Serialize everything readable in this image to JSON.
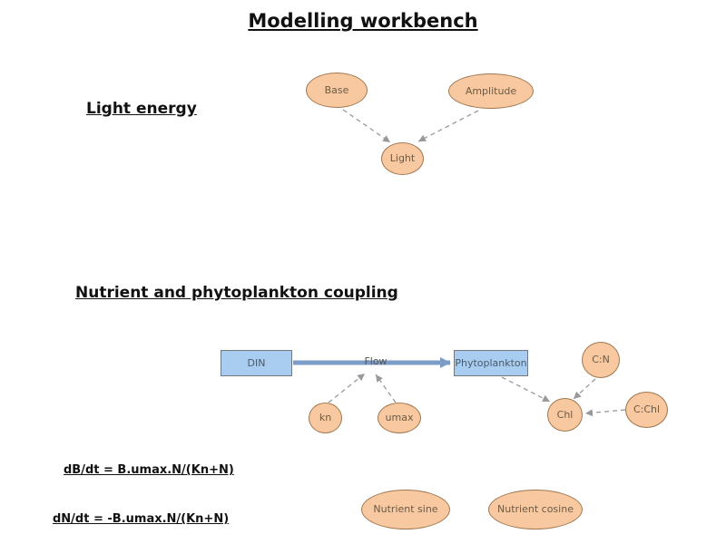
{
  "title": "Modelling workbench",
  "sections": {
    "light": {
      "heading": "Light energy"
    },
    "nutrient": {
      "heading": "Nutrient and phytoplankton coupling"
    }
  },
  "nodes": {
    "base": {
      "label": "Base",
      "shape": "ellipse"
    },
    "amplitude": {
      "label": "Amplitude",
      "shape": "ellipse"
    },
    "light": {
      "label": "Light",
      "shape": "ellipse"
    },
    "din": {
      "label": "DIN",
      "shape": "rect"
    },
    "phytoplankton": {
      "label": "Phytoplankton",
      "shape": "rect"
    },
    "kn": {
      "label": "kn",
      "shape": "ellipse"
    },
    "umax": {
      "label": "umax",
      "shape": "ellipse"
    },
    "cn": {
      "label": "C:N",
      "shape": "ellipse"
    },
    "cchl": {
      "label": "C:Chl",
      "shape": "ellipse"
    },
    "chl": {
      "label": "Chl",
      "shape": "ellipse"
    },
    "nutrient_sine": {
      "label": "Nutrient sine",
      "shape": "ellipse"
    },
    "nutrient_cosine": {
      "label": "Nutrient cosine",
      "shape": "ellipse"
    }
  },
  "edges": {
    "flow": {
      "label": "Flow",
      "from": "DIN",
      "to": "Phytoplankton"
    }
  },
  "formulas": {
    "biomass": "dB/dt = B.umax.N/(Kn+N)",
    "nutrient": "dN/dt = -B.umax.N/(Kn+N)"
  },
  "colors": {
    "node_fill": "#f8c9a0",
    "node_border": "#a07850",
    "rect_fill": "#a9cdf0",
    "rect_border": "#777777",
    "arrow": "#999999",
    "flow_arrow": "#7a9cc6",
    "background": "#ffffff"
  }
}
